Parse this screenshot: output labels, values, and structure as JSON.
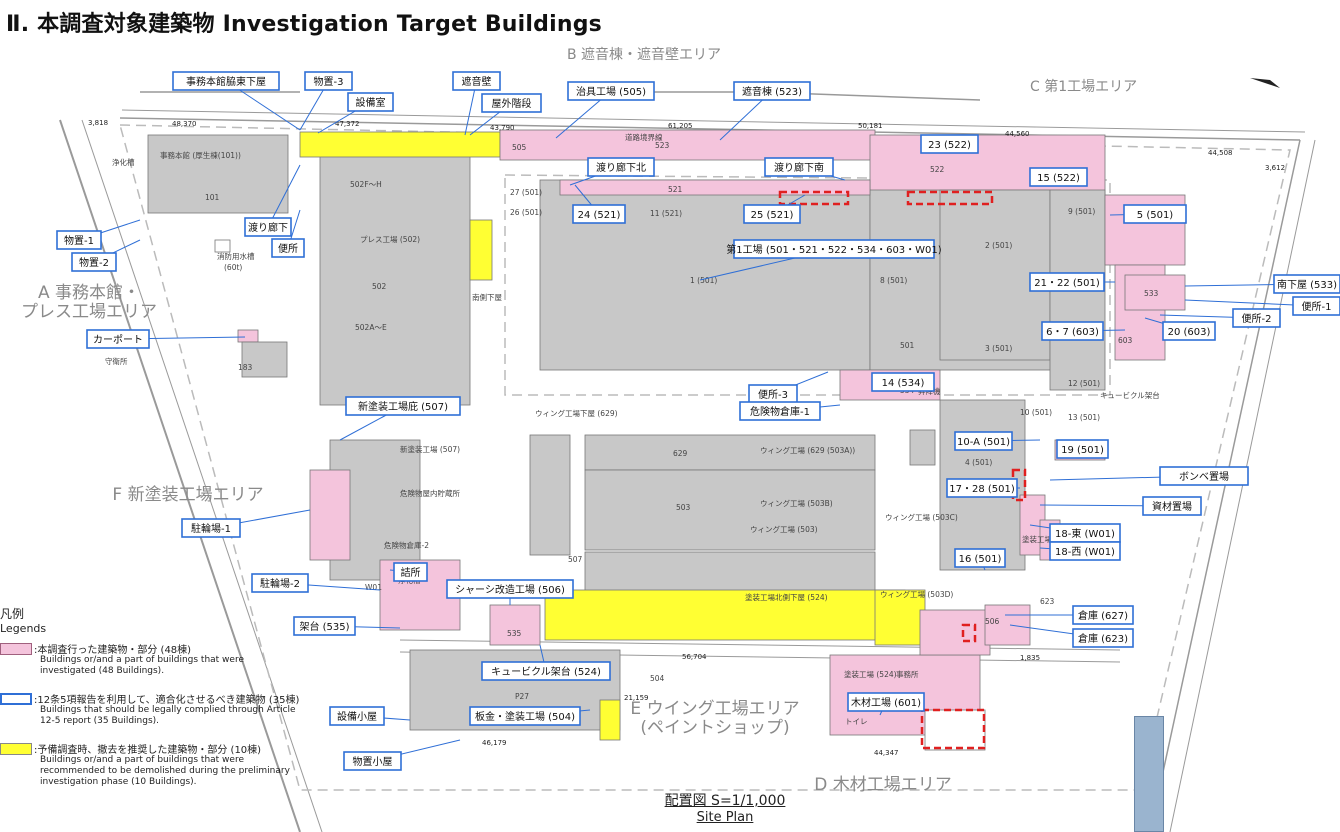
{
  "title": "Ⅱ. 本調査対象建築物  Investigation Target Buildings",
  "zones": {
    "b": "B 遮音棟・遮音壁エリア",
    "c": "C 第1工場エリア",
    "a": "A 事務本館・\nプレス工場エリア",
    "f": "F 新塗装工場エリア",
    "e": "E ウイング工場エリア\n(ペイントショップ)",
    "d": "D 木材工場エリア"
  },
  "callouts": [
    "事務本館脇東下屋",
    "物置-3",
    "設備室",
    "遮音壁",
    "屋外階段",
    "治具工場 (505)",
    "遮音棟 (523)",
    "渡り廊下北",
    "渡り廊下南",
    "23 (522)",
    "15 (522)",
    "24 (521)",
    "25 (521)",
    "5 (501)",
    "第1工場 (501・521・522・534・603・W01)",
    "21・22 (501)",
    "南下屋 (533)",
    "便所-1",
    "便所-2",
    "6・7 (603)",
    "20 (603)",
    "物置-1",
    "物置-2",
    "渡り廊下",
    "便所",
    "カーポート",
    "便所-3",
    "14 (534)",
    "危険物倉庫-1",
    "新塗装工場庇 (507)",
    "10-A (501)",
    "19 (501)",
    "ボンベ置場",
    "17・28 (501)",
    "資材置場",
    "18-東 (W01)",
    "18-西 (W01)",
    "16 (501)",
    "駐輪場-1",
    "詰所",
    "駐輪場-2",
    "シャーシ改造工場 (506)",
    "架台 (535)",
    "倉庫 (627)",
    "倉庫 (623)",
    "キュービクル架台 (524)",
    "木材工場 (601)",
    "設備小屋",
    "板金・塗装工場 (504)",
    "物置小屋"
  ],
  "map_labels": [
    "事務本館 (厚生棟(101))",
    "101",
    "浄化槽",
    "消防用水槽",
    "(60t)",
    "505",
    "523",
    "道路境界線",
    "522",
    "502F〜H",
    "プレス工場 (502)",
    "502",
    "502A〜E",
    "南側下屋",
    "27 (501)",
    "26 (501)",
    "11 (521)",
    "521",
    "1 (501)",
    "8 (501)",
    "2 (501)",
    "9 (501)",
    "501",
    "3 (501)",
    "533",
    "603",
    "守衛所",
    "183",
    "12 (501)",
    "13 (501)",
    "10 (501)",
    "4 (501)",
    "534",
    "キュービクル架台",
    "昇降機",
    "ウィング工場下屋 (629)",
    "629",
    "ウィング工場 (629 (503A))",
    "新塗装工場 (507)",
    "危険物屋内貯蔵所",
    "503",
    "ウィング工場 (503B)",
    "ウィング工場 (503)",
    "ウィング工場 (503C)",
    "危険物倉庫-2",
    "507",
    "塗装工場北側下屋 (524)",
    "ウィング工場 (503D)",
    "塗装工場南側下屋 (524)",
    "W01",
    "浄化槽",
    "535",
    "506",
    "623",
    "P27",
    "504",
    "塗装工場 (524)",
    "事務所",
    "トイレ",
    "601"
  ],
  "dims": [
    "48,370",
    "47,372",
    "43,790",
    "61,205",
    "50,181",
    "44,560",
    "44,508",
    "56,704",
    "46,179",
    "44,347",
    "1,835",
    "3,818",
    "21,159",
    "3,612"
  ],
  "legend": {
    "title": "凡例",
    "subtitle": "Legends",
    "items": [
      {
        "jp": ":本調査行った建築物・部分 (48棟)",
        "en": "Buildings or/and a part of buildings that were investigated (48 Buildings).",
        "color": "#f4c4dc"
      },
      {
        "jp": ":12条5項報告を利用して、適合化させるべき建築物 (35棟)",
        "en": "Buildings that should be legally complied through Article 12-5 report (35 Buildings).",
        "color": "#2f6fd6"
      },
      {
        "jp": ":予備調査時、撤去を推奨した建築物・部分 (10棟)",
        "en": "Buildings or/and a part of buildings that were recommended to be demolished during the preliminary investigation phase (10 Buildings).",
        "color": "#ffff33"
      }
    ]
  },
  "caption": {
    "jp": "配置図 S=1/1,000",
    "en": "Site Plan"
  },
  "colors": {
    "investigated": "#f4c4dc",
    "compliance": "#2f6fd6",
    "demolish": "#ffff33",
    "building_gray": "#c8c8c8",
    "road": "#9a9a9a"
  }
}
